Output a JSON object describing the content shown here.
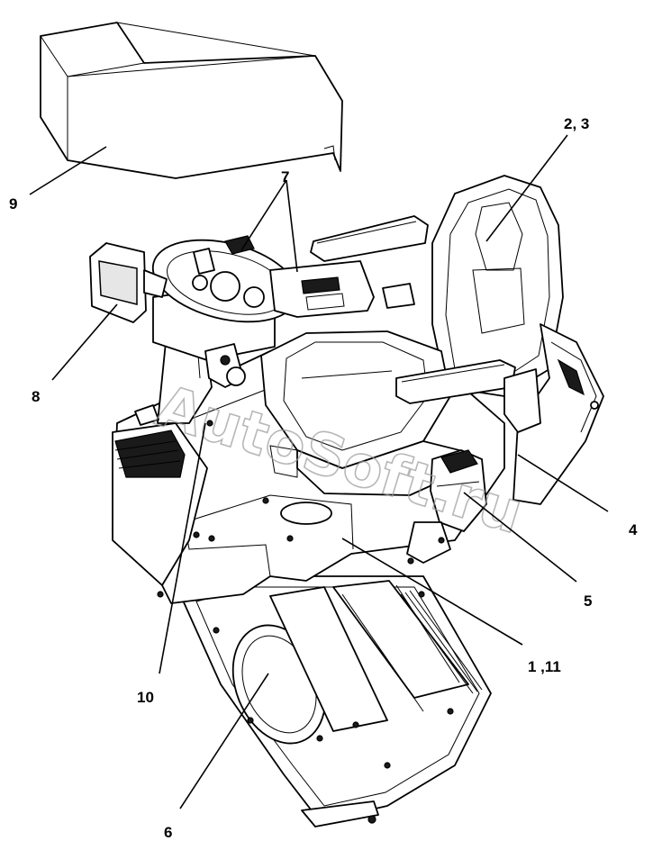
{
  "diagram": {
    "callouts": [
      {
        "id": "9",
        "text": "9"
      },
      {
        "id": "7",
        "text": "7"
      },
      {
        "id": "2-3",
        "text": "2, 3"
      },
      {
        "id": "8",
        "text": "8"
      },
      {
        "id": "4",
        "text": "4"
      },
      {
        "id": "5",
        "text": "5"
      },
      {
        "id": "1-11",
        "text": "1 ,11"
      },
      {
        "id": "10",
        "text": "10"
      },
      {
        "id": "6",
        "text": "6"
      }
    ],
    "watermark": "AutoSoft.ru"
  },
  "colors": {
    "line": "#000000",
    "background": "#ffffff",
    "dark_part": "#1a1a1a",
    "watermark": "#9a9a9a"
  }
}
